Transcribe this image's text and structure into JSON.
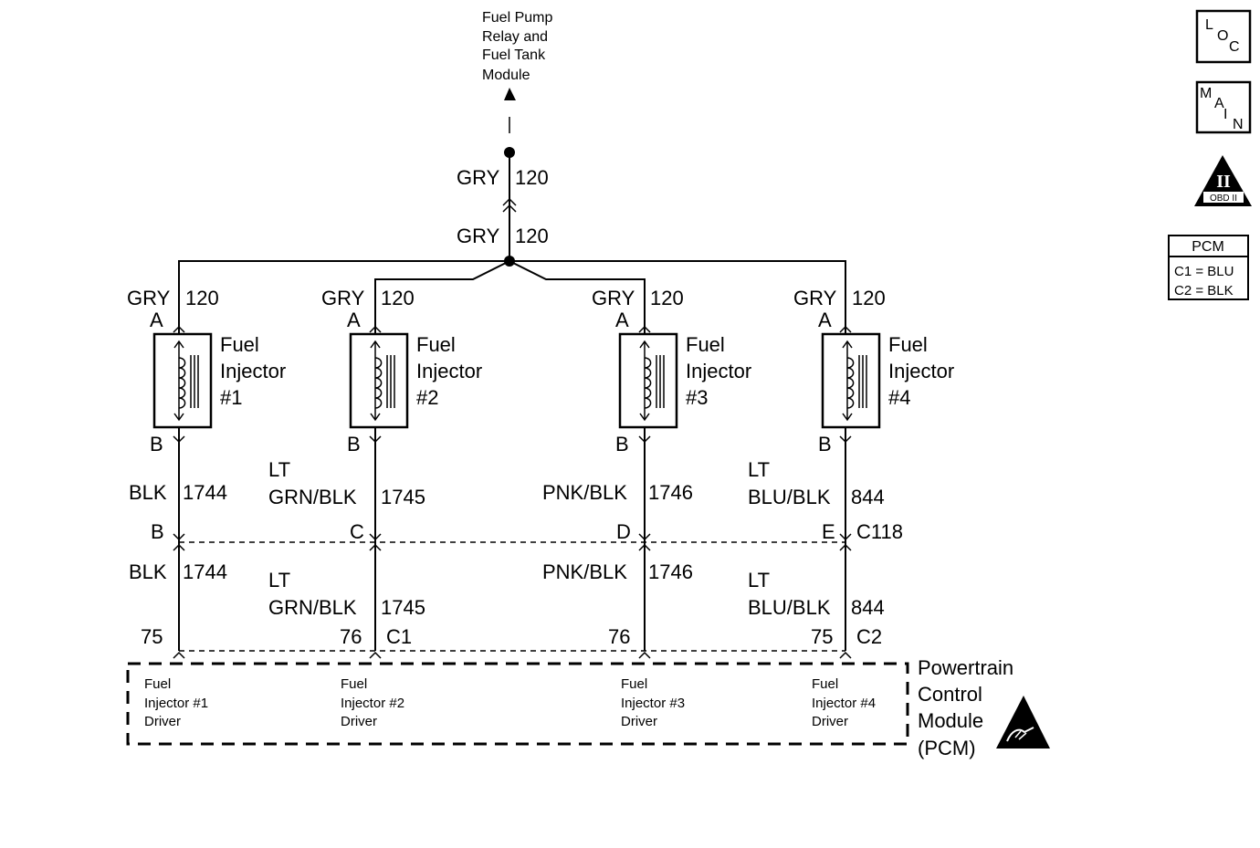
{
  "destination": {
    "lines": [
      "Fuel Pump",
      "Relay and",
      "Fuel Tank",
      "Module"
    ]
  },
  "supply": {
    "upper": {
      "color": "GRY",
      "circuit": "120"
    },
    "lower": {
      "color": "GRY",
      "circuit": "120"
    }
  },
  "injectors": [
    {
      "lines": [
        "Fuel",
        "Injector",
        "#1"
      ],
      "supply_color": "GRY",
      "supply_circuit": "120",
      "pin_a": "A",
      "pin_b": "B",
      "output_color_lines": [
        "BLK"
      ],
      "output_circuit": "1744",
      "connector_pin": "B",
      "pcm_color_lines": [
        "BLK"
      ],
      "pcm_circuit": "1744",
      "pcm_pin": "75",
      "driver_lines": [
        "Fuel",
        "Injector #1",
        "Driver"
      ]
    },
    {
      "lines": [
        "Fuel",
        "Injector",
        "#2"
      ],
      "supply_color": "GRY",
      "supply_circuit": "120",
      "pin_a": "A",
      "pin_b": "B",
      "output_color_lines": [
        "LT",
        "GRN/BLK"
      ],
      "output_circuit": "1745",
      "connector_pin": "C",
      "pcm_color_lines": [
        "LT",
        "GRN/BLK"
      ],
      "pcm_circuit": "1745",
      "pcm_pin": "76",
      "pcm_connector": "C1",
      "driver_lines": [
        "Fuel",
        "Injector #2",
        "Driver"
      ]
    },
    {
      "lines": [
        "Fuel",
        "Injector",
        "#3"
      ],
      "supply_color": "GRY",
      "supply_circuit": "120",
      "pin_a": "A",
      "pin_b": "B",
      "output_color_lines": [
        "PNK/BLK"
      ],
      "output_circuit": "1746",
      "connector_pin": "D",
      "pcm_color_lines": [
        "PNK/BLK"
      ],
      "pcm_circuit": "1746",
      "pcm_pin": "76",
      "driver_lines": [
        "Fuel",
        "Injector #3",
        "Driver"
      ]
    },
    {
      "lines": [
        "Fuel",
        "Injector",
        "#4"
      ],
      "supply_color": "GRY",
      "supply_circuit": "120",
      "pin_a": "A",
      "pin_b": "B",
      "output_color_lines": [
        "LT",
        "BLU/BLK"
      ],
      "output_circuit": "844",
      "connector_pin": "E",
      "inline_connector": "C118",
      "pcm_color_lines": [
        "LT",
        "BLU/BLK"
      ],
      "pcm_circuit": "844",
      "pcm_pin": "75",
      "pcm_connector": "C2",
      "driver_lines": [
        "Fuel",
        "Injector #4",
        "Driver"
      ]
    }
  ],
  "pcm": {
    "lines": [
      "Powertrain",
      "Control",
      "Module",
      "(PCM)"
    ]
  },
  "icons": {
    "loc": {
      "letters": [
        "L",
        "O",
        "C"
      ],
      "icon": "loc-icon"
    },
    "main": {
      "letters": [
        "M",
        "A",
        "I",
        "N"
      ],
      "icon": "main-icon"
    },
    "obd": {
      "numeral": "II",
      "label": "OBD II",
      "icon": "obd-ii-icon"
    },
    "esd": {
      "icon": "esd-warning-icon"
    }
  },
  "legend": {
    "title": "PCM",
    "rows": [
      "C1 = BLU",
      "C2 = BLK"
    ]
  }
}
